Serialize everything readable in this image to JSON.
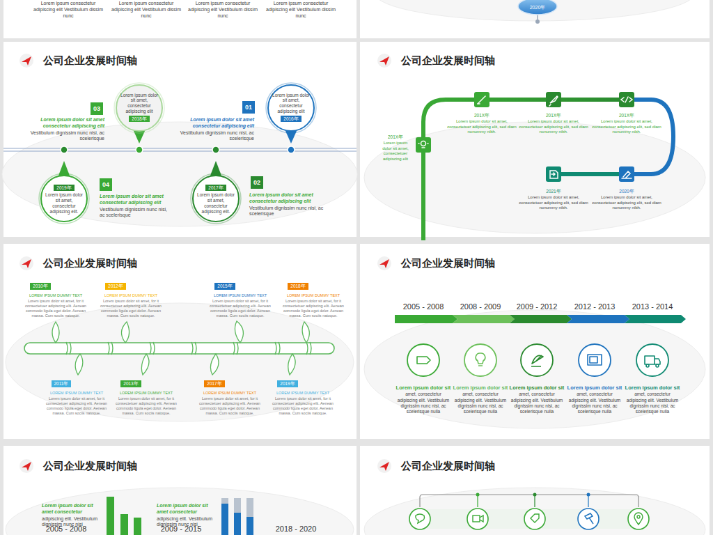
{
  "diagram": {
    "nodes": [
      {
        "text": [
          "2020年"
        ]
      },
      {
        "text": [
          "03"
        ]
      },
      {
        "text": [
          "Lorem ipsum dolor sit amet, consectetur adipiscing elit",
          "2018年"
        ]
      },
      {
        "text": [
          "01"
        ]
      },
      {
        "text": [
          "Lorem ipsum dolor sit amet, consectetur adipiscing elit",
          "2016年"
        ]
      },
      {
        "text": [
          "2019年",
          "Lorem ipsum dolor sit amet, consectetur adipiscing elit."
        ]
      },
      {
        "text": [
          "04"
        ]
      },
      {
        "text": [
          "2017年",
          "Lorem ipsum dolor sit amet, consectetur adipiscing elit."
        ]
      },
      {
        "text": [
          "02"
        ]
      },
      {
        "text": [
          "2010年"
        ]
      },
      {
        "text": [
          "2012年"
        ]
      },
      {
        "text": [
          "2015年"
        ]
      },
      {
        "text": [
          "2018年"
        ]
      },
      {
        "text": [
          "2011年"
        ]
      },
      {
        "text": [
          "2013年"
        ]
      },
      {
        "text": [
          "2017年"
        ]
      },
      {
        "text": [
          "2019年"
        ]
      }
    ],
    "labels": [
      "Lorem ipsum consectetur adipiscing elit Vestibulum dissim nunc",
      "Lorem ipsum consectetur adipiscing elit Vestibulum dissim nunc",
      "Lorem ipsum consectetur adipiscing elit Vestibulum dissim nunc",
      "Lorem ipsum consectetur adipiscing elit Vestibulum dissim nunc",
      "公司企业发展时间轴",
      "Lorem ipsum dolor sit amet consectetur adipiscing elit",
      "Vestibulum dignissim nunc nisi, ac scelerisque",
      "Lorem ipsum dolor sit amet consectetur adipiscing elit",
      "Vestibulum dignissim nunc nisi, ac scelerisque",
      "Lorem ipsum dolor sit amet consectetur adipiscing elit",
      "Vestibulum dignissim nunc nisi, ac scelerisque",
      "Lorem ipsum dolor sit amet consectetur adipiscing elit",
      "Vestibulum dignissim nunc nisi, ac scelerisque",
      "公司企业发展时间轴",
      "201X年",
      "Lorem ipsum dolor sit amet, consectetuer adipiscing elit",
      "201X年",
      "Lorem ipsum dolor sit amet, consectetuer adipiscing elit, sed diam nonummy nibh.",
      "201X年",
      "Lorem ipsum dolor sit amet, consectetuer adipiscing elit, sed diam nonummy nibh.",
      "201X年",
      "Lorem ipsum dolor sit amet, consectetuer adipiscing elit, sed diam nonummy nibh.",
      "2021年",
      "Lorem ipsum dolor sit amet, consectetuer adipiscing elit, sed diam nonummy nibh.",
      "2020年",
      "Lorem ipsum dolor sit amet, consectetuer adipiscing elit, sed diam nonummy nibh.",
      "公司企业发展时间轴",
      "LOREM IPSUM DUMMY TEXT",
      "Lorem ipsum dolor sit amet, for it consectetuer adipiscing elit. Aenean commodo ligula eget dolor. Aenean massa. Cum sociis natoque.",
      "LOREM IPSUM DUMMY TEXT",
      "Lorem ipsum dolor sit amet, for it consectetuer adipiscing elit. Aenean commodo ligula eget dolor. Aenean massa. Cum sociis natoque.",
      "LOREM IPSUM DUMMY TEXT",
      "Lorem ipsum dolor sit amet, for it consectetuer adipiscing elit. Aenean commodo ligula eget dolor. Aenean massa. Cum sociis natoque.",
      "LOREM IPSUM DUMMY TEXT",
      "Lorem ipsum dolor sit amet, for it consectetuer adipiscing elit. Aenean commodo ligula eget dolor. Aenean massa. Cum sociis natoque.",
      "LOREM IPSUM DUMMY TEXT",
      "Lorem ipsum dolor sit amet, for it consectetuer adipiscing elit. Aenean commodo ligula eget dolor. Aenean massa. Cum sociis natoque.",
      "LOREM IPSUM DUMMY TEXT",
      "Lorem ipsum dolor sit amet, for it consectetuer adipiscing elit. Aenean commodo ligula eget dolor. Aenean massa. Cum sociis natoque.",
      "LOREM IPSUM DUMMY TEXT",
      "Lorem ipsum dolor sit amet, for it consectetuer adipiscing elit. Aenean commodo ligula eget dolor. Aenean massa. Cum sociis natoque.",
      "LOREM IPSUM DUMMY TEXT",
      "Lorem ipsum dolor sit amet, for it consectetuer adipiscing elit. Aenean commodo ligula eget dolor. Aenean massa. Cum sociis natoque.",
      "公司企业发展时间轴",
      "2005 - 2008",
      "2008 - 2009",
      "2009 - 2012",
      "2012 - 2013",
      "2013 - 2014",
      "Lorem ipsum dolor sit",
      "amet, consectetur adipiscing elit. Vestibulum dignissim nunc nisi, ac scelerisque nulla",
      "Lorem ipsum dolor sit",
      "amet, consectetur adipiscing elit. Vestibulum dignissim nunc nisi, ac scelerisque nulla",
      "Lorem ipsum dolor sit",
      "amet, consectetur adipiscing elit. Vestibulum dignissim nunc nisi, ac scelerisque nulla",
      "Lorem ipsum dolor sit",
      "amet, consectetur adipiscing elit. Vestibulum dignissim nunc nisi, ac scelerisque nulla",
      "Lorem ipsum dolor sit",
      "amet, consectetur adipiscing elit. Vestibulum dignissim nunc nisi, ac scelerisque nulla",
      "公司企业发展时间轴",
      "Lorem ipsum dolor sit amet consectetur",
      "adipiscing elit. Vestibulum dignissim nunc nisi",
      "Lorem ipsum dolor sit amet consectetur",
      "adipiscing elit. Vestibulum dignissim nunc nisi",
      "2005 - 2008",
      "2009 - 2015",
      "2018 - 2020",
      "公司企业发展时间轴"
    ]
  }
}
